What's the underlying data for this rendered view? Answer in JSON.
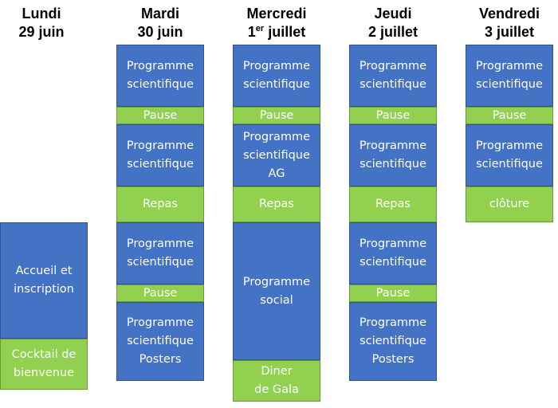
{
  "colors": {
    "session": "#4472c4",
    "break": "#92d050",
    "text": "#ffffff"
  },
  "days": [
    {
      "name": "Lundi",
      "date": "29 juin",
      "blocks": [
        {
          "label": "Accueil et\ninscription",
          "kind": "session"
        },
        {
          "label": "Cocktail de\nbienvenue",
          "kind": "break"
        }
      ]
    },
    {
      "name": "Mardi",
      "date": "30 juin",
      "blocks": [
        {
          "label": "Programme\nscientifique",
          "kind": "session"
        },
        {
          "label": "Pause",
          "kind": "break"
        },
        {
          "label": "Programme\nscientifique",
          "kind": "session"
        },
        {
          "label": "Repas",
          "kind": "break"
        },
        {
          "label": "Programme\nscientifique",
          "kind": "session"
        },
        {
          "label": "Pause",
          "kind": "break"
        },
        {
          "label": "Programme\nscientifique\nPosters",
          "kind": "session"
        }
      ]
    },
    {
      "name": "Mercredi",
      "date_number": "1",
      "date_suffix": "er",
      "date_month": "juillet",
      "blocks": [
        {
          "label": "Programme\nscientifique",
          "kind": "session"
        },
        {
          "label": "Pause",
          "kind": "break"
        },
        {
          "label": "Programme\nscientifique\nAG",
          "kind": "session"
        },
        {
          "label": "Repas",
          "kind": "break"
        },
        {
          "label": "Programme\nsocial",
          "kind": "session"
        },
        {
          "label": "Diner\nde Gala",
          "kind": "break"
        }
      ]
    },
    {
      "name": "Jeudi",
      "date": "2 juillet",
      "blocks": [
        {
          "label": "Programme\nscientifique",
          "kind": "session"
        },
        {
          "label": "Pause",
          "kind": "break"
        },
        {
          "label": "Programme\nscientifique",
          "kind": "session"
        },
        {
          "label": "Repas",
          "kind": "break"
        },
        {
          "label": "Programme\nscientifique",
          "kind": "session"
        },
        {
          "label": "Pause",
          "kind": "break"
        },
        {
          "label": "Programme\nscientifique\nPosters",
          "kind": "session"
        }
      ]
    },
    {
      "name": "Vendredi",
      "date": "3 juillet",
      "blocks": [
        {
          "label": "Programme\nscientifique",
          "kind": "session"
        },
        {
          "label": "Pause",
          "kind": "break"
        },
        {
          "label": "Programme\nscientifique",
          "kind": "session"
        },
        {
          "label": "clôture",
          "kind": "break"
        }
      ]
    }
  ]
}
